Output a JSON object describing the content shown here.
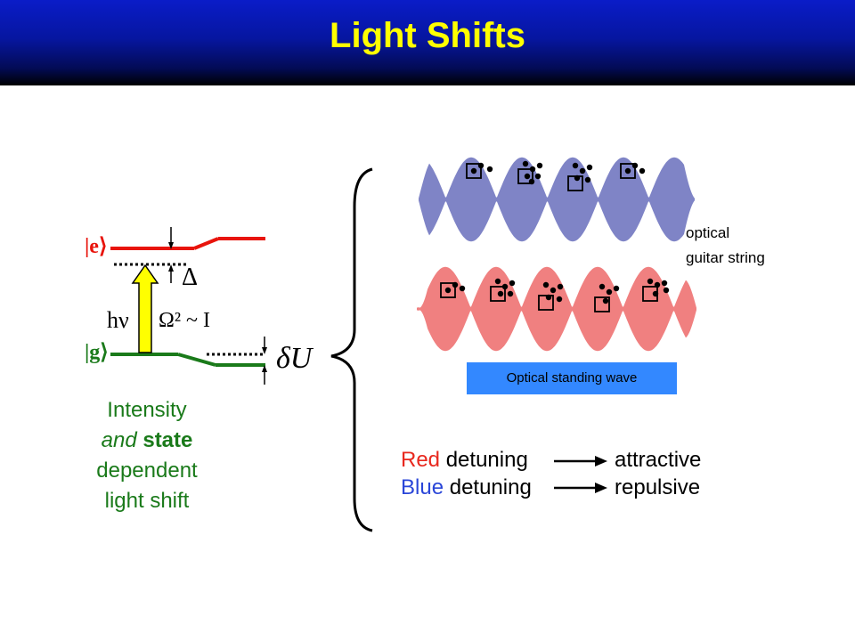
{
  "title": "Light Shifts",
  "levels": {
    "excited": "|e⟩",
    "ground": "|g⟩",
    "photon": "hν",
    "detuning": "Δ",
    "rabi": "Ω² ~ I",
    "shift": "δU"
  },
  "caption": {
    "line1": "Intensity",
    "line2_italic": "and",
    "line2_bold": "state",
    "line3": "dependent",
    "line4": "light shift"
  },
  "waves": {
    "blue_color": "#7f84c6",
    "red_color": "#f08080",
    "guitar_label_1": "optical",
    "guitar_label_2": "guitar string",
    "standing_wave_label": "Optical standing wave"
  },
  "detuning": {
    "red_word": "Red",
    "blue_word": "Blue",
    "detuning_word": "detuning",
    "attractive": "attractive",
    "repulsive": "repulsive",
    "red_color": "#e8281e",
    "blue_color": "#2a46d8"
  }
}
